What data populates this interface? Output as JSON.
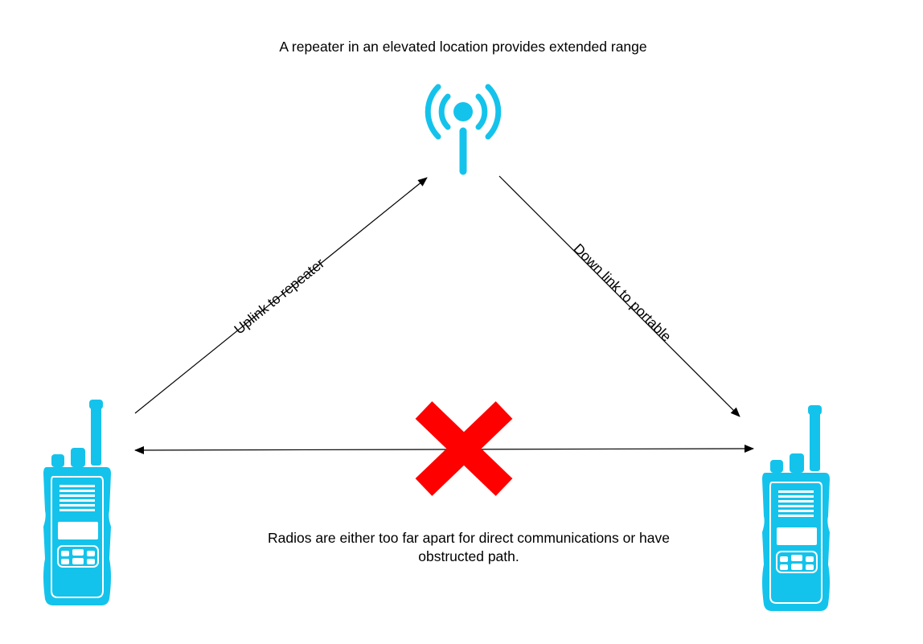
{
  "diagram": {
    "repeater_caption": "A repeater in an elevated location provides extended range",
    "uplink_label": "Uplink to repeater",
    "downlink_label": "Down link to portable",
    "direct_path_caption": "Radios are either too far apart for direct communications or have obstructed path.",
    "colors": {
      "radio": "#14c3eb",
      "repeater": "#14c3eb",
      "blocked_mark": "#ff0000",
      "line": "#000000"
    },
    "icons": {
      "repeater": "antenna-signal-icon",
      "left_radio": "handheld-radio-icon",
      "right_radio": "handheld-radio-icon",
      "blocked": "red-x-icon"
    }
  }
}
